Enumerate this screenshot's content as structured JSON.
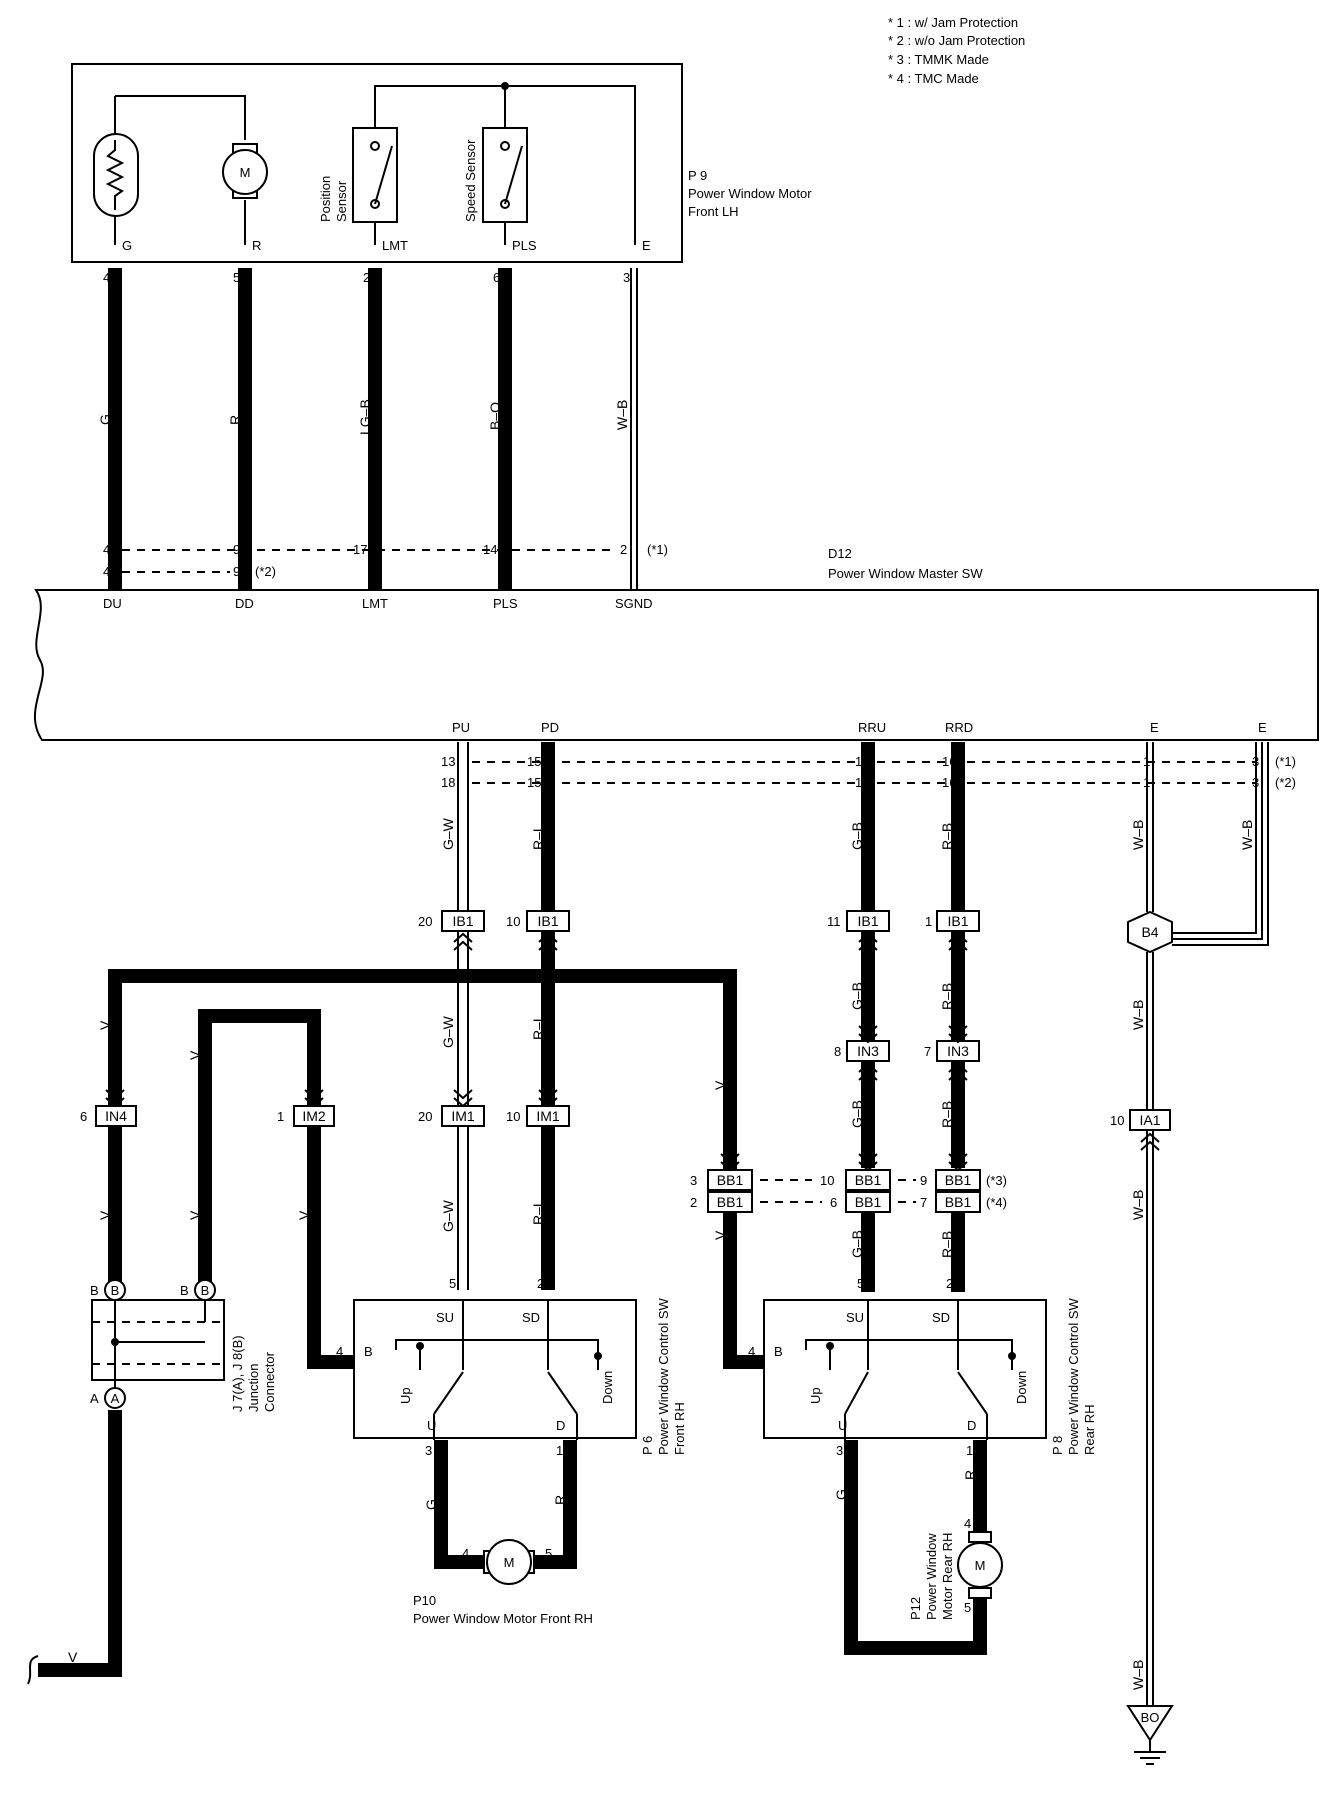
{
  "legend": {
    "n1": "* 1 : w/ Jam Protection",
    "n2": "* 2 : w/o Jam Protection",
    "n3": "* 3 : TMMK Made",
    "n4": "* 4 : TMC Made"
  },
  "components": {
    "p9": {
      "id": "P 9",
      "name1": "Power Window Motor",
      "name2": "Front LH",
      "pos_sensor1": "Position",
      "pos_sensor2": "Sensor",
      "speed_sensor": "Speed Sensor",
      "motor": "M",
      "pins": {
        "g": "G",
        "r": "R",
        "lmt": "LMT",
        "pls": "PLS",
        "e": "E"
      }
    },
    "d12": {
      "id": "D12",
      "name": "Power Window Master SW",
      "top_pins": {
        "du": "DU",
        "dd": "DD",
        "lmt": "LMT",
        "pls": "PLS",
        "sgnd": "SGND"
      },
      "bottom_pins": {
        "pu": "PU",
        "pd": "PD",
        "rru": "RRU",
        "rrd": "RRD",
        "e1": "E",
        "e2": "E"
      }
    },
    "p6": {
      "id": "P 6",
      "name1": "Power Window Control SW",
      "name2": "Front RH",
      "su": "SU",
      "sd": "SD",
      "b": "B",
      "u": "U",
      "d": "D",
      "up": "Up",
      "down": "Down"
    },
    "p8": {
      "id": "P 8",
      "name1": "Power Window Control SW",
      "name2": "Rear RH",
      "su": "SU",
      "sd": "SD",
      "b": "B",
      "u": "U",
      "d": "D",
      "up": "Up",
      "down": "Down"
    },
    "p10": {
      "id": "P10",
      "name": "Power Window Motor Front RH",
      "motor": "M"
    },
    "p12": {
      "id": "P12",
      "name1": "Power Window",
      "name2": "Motor Rear RH",
      "motor": "M"
    },
    "j": {
      "line1": "J 7(A), J 8(B)",
      "line2": "Junction",
      "line3": "Connector"
    }
  },
  "wires": {
    "g": "G",
    "r": "R",
    "lgb": "LG–B",
    "bo": "B–O",
    "wb": "W–B",
    "gw": "G–W",
    "rl": "R–L",
    "gb": "G–B",
    "rb": "R–B",
    "v": "V"
  },
  "pins": {
    "p9_g": "4",
    "p9_r": "5",
    "p9_lmt": "2",
    "p9_pls": "6",
    "p9_e": "3",
    "d12_r1": [
      "4",
      "9",
      "17",
      "14",
      "2"
    ],
    "d12_r1_note": "(*1)",
    "d12_r2": [
      "4",
      "9"
    ],
    "d12_r2_note": "(*2)",
    "d12_b1": [
      "13",
      "15",
      "18",
      "16",
      "1",
      "3"
    ],
    "d12_b1_note": "(*1)",
    "d12_b2": [
      "18",
      "15",
      "10",
      "16",
      "1",
      "3"
    ],
    "d12_b2_note": "(*2)",
    "p6_su": "5",
    "p6_sd": "2",
    "p6_b": "4",
    "p6_u": "3",
    "p6_d": "1",
    "p8_su": "5",
    "p8_sd": "2",
    "p8_b": "4",
    "p8_u": "3",
    "p8_d": "1",
    "p10_4": "4",
    "p10_5": "5",
    "p12_4": "4",
    "p12_5": "5"
  },
  "connectors": {
    "ib1_a": {
      "label": "IB1",
      "pin": "20"
    },
    "ib1_b": {
      "label": "IB1",
      "pin": "10"
    },
    "ib1_c": {
      "label": "IB1",
      "pin": "11"
    },
    "ib1_d": {
      "label": "IB1",
      "pin": "1"
    },
    "in3_a": {
      "label": "IN3",
      "pin": "8"
    },
    "in3_b": {
      "label": "IN3",
      "pin": "7"
    },
    "in4": {
      "label": "IN4",
      "pin": "6"
    },
    "im2": {
      "label": "IM2",
      "pin": "1"
    },
    "im1_a": {
      "label": "IM1",
      "pin": "20"
    },
    "im1_b": {
      "label": "IM1",
      "pin": "10"
    },
    "ia1": {
      "label": "IA1",
      "pin": "10"
    },
    "bb1_3": {
      "label": "BB1",
      "pin": "3"
    },
    "bb1_2": {
      "label": "BB1",
      "pin": "2"
    },
    "bb1_10": {
      "label": "BB1",
      "pin": "10"
    },
    "bb1_6": {
      "label": "BB1",
      "pin": "6"
    },
    "bb1_9": {
      "label": "BB1",
      "pin": "9",
      "note": "(*3)"
    },
    "bb1_7": {
      "label": "BB1",
      "pin": "7",
      "note": "(*4)"
    },
    "b4": "B4",
    "bo": "BO",
    "j_b": "B",
    "j_a": "A"
  }
}
